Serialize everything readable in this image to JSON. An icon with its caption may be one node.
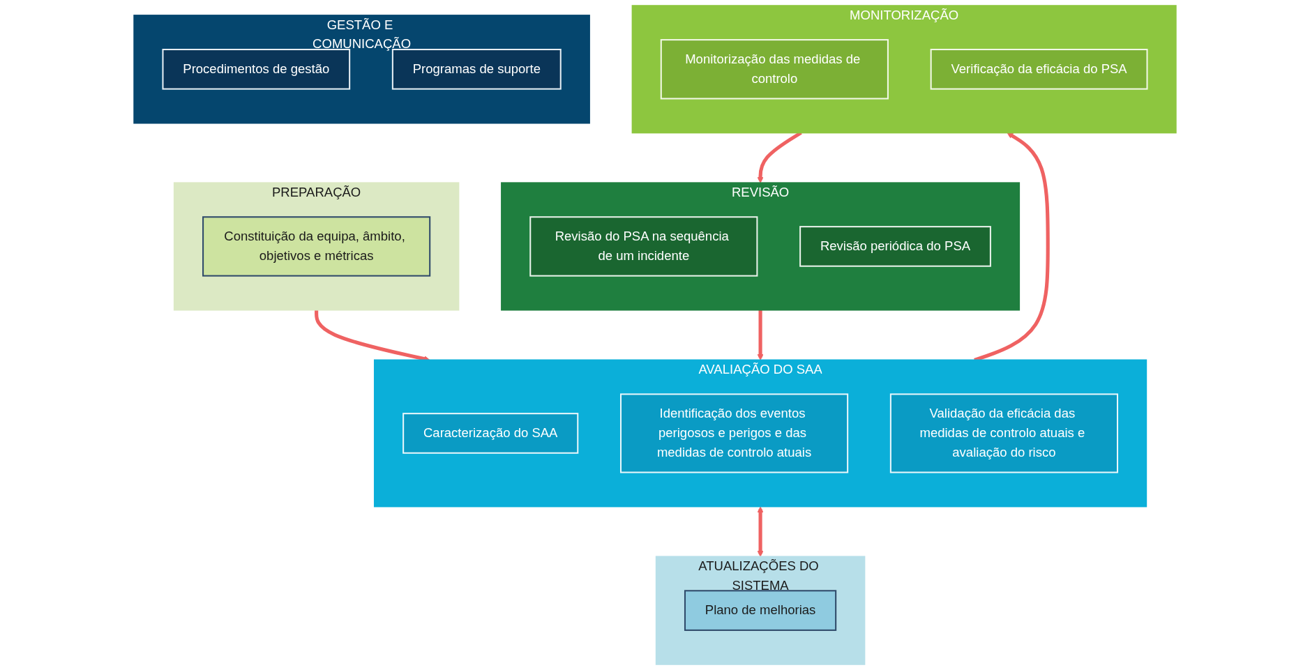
{
  "diagram": {
    "nodes": [
      {
        "text": [
          "PREPARAÇÃO"
        ]
      },
      {
        "text": [
          "Constituição da equipa, âmbito, objetivos e métricas"
        ],
        "in": 0
      },
      {
        "text": [
          "AVALIAÇÃO DO SAA"
        ]
      },
      {
        "text": [
          "Caracterização do SAA"
        ],
        "in": 2
      },
      {
        "text": [
          "Identificação dos eventos perigosos e perigos e das medidas de controlo atuais"
        ],
        "in": 2
      },
      {
        "text": [
          "Validação da eficácia das medidas de controlo atuais e avaliação do risco"
        ],
        "in": 2
      },
      {
        "text": [
          "ATUALIZAÇÕES DO SISTEMA"
        ]
      },
      {
        "text": [
          "Plano de melhorias"
        ],
        "in": 6
      },
      {
        "text": [
          "REVISÃO"
        ]
      },
      {
        "text": [
          "Revisão do PSA na sequência de um incidente"
        ],
        "in": 8
      },
      {
        "text": [
          "Revisão periódica do PSA"
        ],
        "in": 8
      },
      {
        "text": [
          "MONITORIZAÇÃO"
        ]
      },
      {
        "text": [
          "Monitorização das medidas de controlo"
        ],
        "in": 11
      },
      {
        "text": [
          "Verificação da eficácia do PSA"
        ],
        "in": 11
      },
      {
        "text": [
          "GESTÃO E COMUNICAÇÃO"
        ]
      },
      {
        "text": [
          "Procedimentos de gestão"
        ],
        "in": 14
      },
      {
        "text": [
          "Programas de suporte"
        ],
        "in": 14
      }
    ],
    "edges": [
      {
        "from": 0,
        "to": 2,
        "arrow": "to"
      },
      {
        "from": 2,
        "to": 6,
        "arrow": "both"
      },
      {
        "from": 2,
        "to": 11,
        "arrow": "to"
      },
      {
        "from": 11,
        "to": 8,
        "arrow": "to"
      },
      {
        "from": 8,
        "to": 2,
        "arrow": "to"
      }
    ]
  }
}
